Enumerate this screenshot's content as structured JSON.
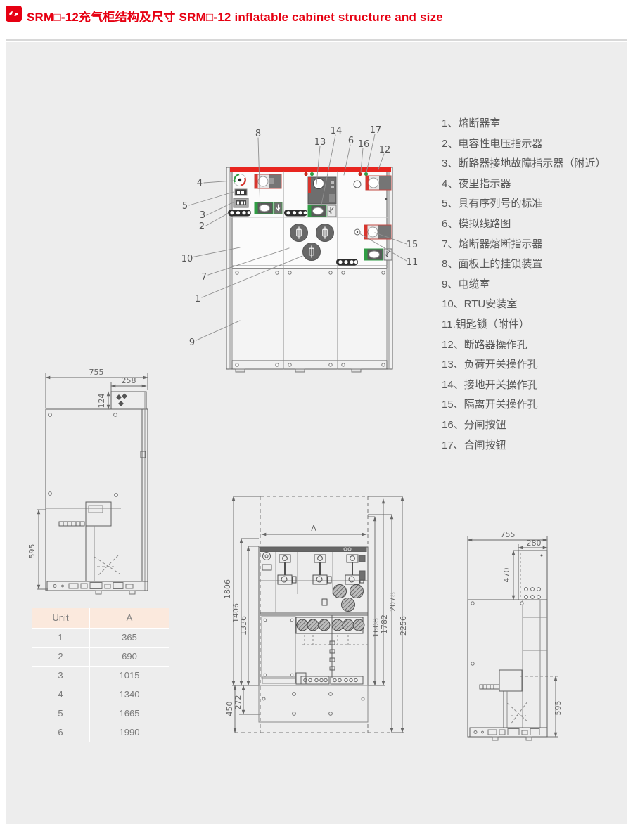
{
  "header": {
    "title": "SRM□-12充气柜结构及尺寸 SRM□-12 inflatable cabinet structure and size"
  },
  "legend": {
    "items": [
      {
        "label": "1、熔断器室"
      },
      {
        "label": "2、电容性电压指示器"
      },
      {
        "label": "3、断路器接地故障指示器（附近）"
      },
      {
        "label": "4、夜里指示器"
      },
      {
        "label": "5、具有序列号的标准"
      },
      {
        "label": "6、模拟线路图"
      },
      {
        "label": "7、熔断器熔断指示器"
      },
      {
        "label": "8、面板上的挂锁装置"
      },
      {
        "label": "9、电缆室"
      },
      {
        "label": "10、RTU安装室"
      },
      {
        "label": "11.钥匙锁（附件）"
      },
      {
        "label": "12、断路器操作孔"
      },
      {
        "label": "13、负荷开关操作孔"
      },
      {
        "label": "14、接地开关操作孔"
      },
      {
        "label": "15、隔离开关操作孔"
      },
      {
        "label": "16、分闸按钮"
      },
      {
        "label": "17、合闸按钮"
      }
    ]
  },
  "front_view": {
    "callouts": {
      "c1": "1",
      "c2": "2",
      "c3": "3",
      "c4": "4",
      "c5": "5",
      "c6": "6",
      "c7": "7",
      "c8": "8",
      "c9": "9",
      "c10": "10",
      "c11": "11",
      "c12": "12",
      "c13": "13",
      "c14": "14",
      "c15": "15",
      "c16": "16",
      "c17": "17"
    }
  },
  "side_view_left": {
    "width": "755",
    "front_top_width": "258",
    "front_top_height": "124",
    "lower_height": "595"
  },
  "front_dim_view": {
    "unit_width": "A",
    "h1806": "1806",
    "h1406": "1406",
    "h1336": "1336",
    "h1608": "1608",
    "h1782": "1782",
    "h2078": "2078",
    "h2256": "2256",
    "d272": "272",
    "d450": "450"
  },
  "side_view_right": {
    "width": "755",
    "box_width": "280",
    "box_height": "470",
    "lower_height": "595"
  },
  "size_table": {
    "headers": [
      "Unit",
      "A"
    ],
    "rows": [
      [
        "1",
        "365"
      ],
      [
        "2",
        "690"
      ],
      [
        "3",
        "1015"
      ],
      [
        "4",
        "1340"
      ],
      [
        "5",
        "1665"
      ],
      [
        "6",
        "1990"
      ]
    ]
  },
  "colors": {
    "accent_red": "#e60012",
    "drawing_red": "#d8352e",
    "drawing_green": "#2f9e44",
    "line": "#5f5f5f",
    "table_header_bg": "#fbe9dd",
    "panel_bg": "#ededed"
  }
}
